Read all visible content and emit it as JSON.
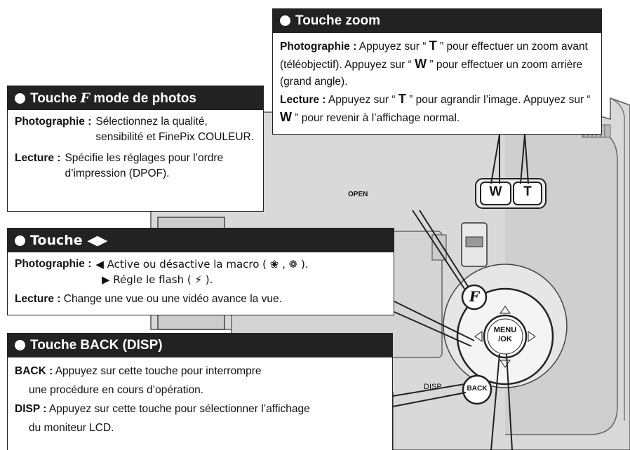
{
  "zoom": {
    "title": "Touche zoom",
    "photo_label": "Photographie :",
    "photo_1": " Appuyez sur “ ",
    "photo_T": "T",
    "photo_2": " ” pour effectuer un zoom avant (téléobjectif). Appuyez sur “ ",
    "photo_W": "W",
    "photo_3": " ” pour effectuer un zoom arrière (grand angle).",
    "lect_label": "Lecture :",
    "lect_1": " Appuyez sur “ ",
    "lect_T": "T",
    "lect_2": " ” pour agrandir l’image. Appuyez sur “ ",
    "lect_W": "W",
    "lect_3": " ” pour revenir à l’affichage normal."
  },
  "fmode": {
    "title_a": "Touche ",
    "title_f": "F",
    "title_b": " mode de photos",
    "photo_label": "Photographie :",
    "photo_text": "Sélectionnez la qualité, sensibilité et FinePix COULEUR.",
    "lect_label": "Lecture :",
    "lect_text": "Spécifie les réglages pour l’ordre d’impression (DPOF)."
  },
  "arrows": {
    "title": "Touche ◀▶",
    "photo_label": "Photographie :",
    "photo_line1": "◀ Active ou désactive la macro ( ❀ , ❁ ).",
    "photo_line2": "▶ Régle le flash ( ⚡ ).",
    "lect_label": "Lecture :",
    "lect_text": " Change une vue ou une vidéo avance la vue."
  },
  "back": {
    "title": "Touche BACK (DISP)",
    "back_label": "BACK :",
    "back_text": " Appuyez sur cette touche pour interrompre",
    "back_text2": "une procédure en cours d’opération.",
    "disp_label": "DISP :",
    "disp_text": " Appuyez sur cette touche pour sélectionner l’affichage",
    "disp_text2": "du moniteur LCD."
  },
  "camera": {
    "open_label": "OPEN",
    "disp_label": "DISP",
    "back_button": "BACK",
    "menu_label": "MENU",
    "ok_label": "/OK",
    "w_label": "W",
    "t_label": "T",
    "f_label": "F"
  }
}
